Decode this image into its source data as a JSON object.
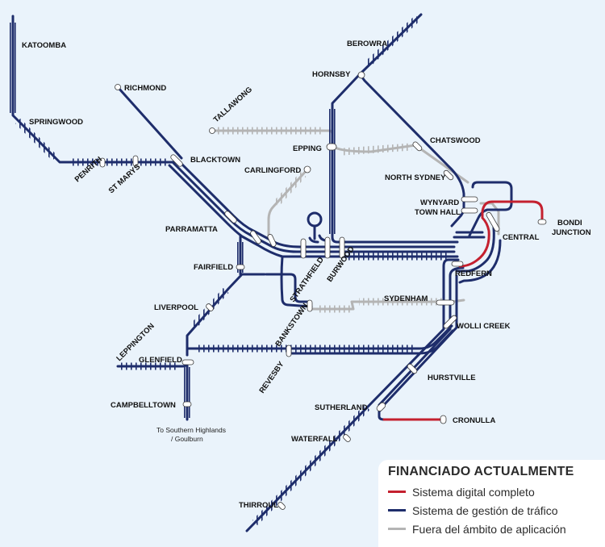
{
  "colors": {
    "background": "#eaf3fb",
    "digital": "#c4202f",
    "traffic": "#1e2d6b",
    "out_of_scope": "#b4b4b4"
  },
  "stations": {
    "katoomba": "KATOOMBA",
    "springwood": "SPRINGWOOD",
    "penrith": "PENRITH",
    "st_marys": "ST MARYS",
    "richmond": "RICHMOND",
    "blacktown": "BLACKTOWN",
    "parramatta": "PARRAMATTA",
    "fairfield": "FAIRFIELD",
    "liverpool": "LIVERPOOL",
    "leppington": "LEPPINGTON",
    "glenfield": "GLENFIELD",
    "campbelltown": "CAMPBELLTOWN",
    "tallawong": "TALLAWONG",
    "carlingford": "CARLINGFORD",
    "epping": "EPPING",
    "hornsby": "HORNSBY",
    "berowra": "BEROWRA",
    "chatswood": "CHATSWOOD",
    "north_sydney": "NORTH SYDNEY",
    "wynyard": "WYNYARD",
    "town_hall": "TOWN HALL",
    "central": "CENTRAL",
    "bondi": "BONDI",
    "junction": "JUNCTION",
    "redfern": "REDFERN",
    "strathfield": "STRATHFIELD",
    "burwood": "BURWOOD",
    "sydenham": "SYDENHAM",
    "bankstown": "BANKSTOWN",
    "revesby": "REVESBY",
    "wolli_creek": "WOLLI CREEK",
    "hurstville": "HURSTVILLE",
    "sutherland": "SUTHERLAND",
    "cronulla": "CRONULLA",
    "waterfall": "WATERFALL",
    "thirroul": "THIRROUL"
  },
  "notes": {
    "southern_line1": "To Southern Highlands",
    "southern_line2": "/ Goulburn"
  },
  "legend": {
    "title": "FINANCIADO ACTUALMENTE",
    "items": [
      {
        "label": "Sistema digital completo",
        "color": "#c4202f"
      },
      {
        "label": "Sistema de gestión de tráfico",
        "color": "#1e2d6b"
      },
      {
        "label": "Fuera del ámbito de aplicación",
        "color": "#b4b4b4"
      }
    ]
  }
}
